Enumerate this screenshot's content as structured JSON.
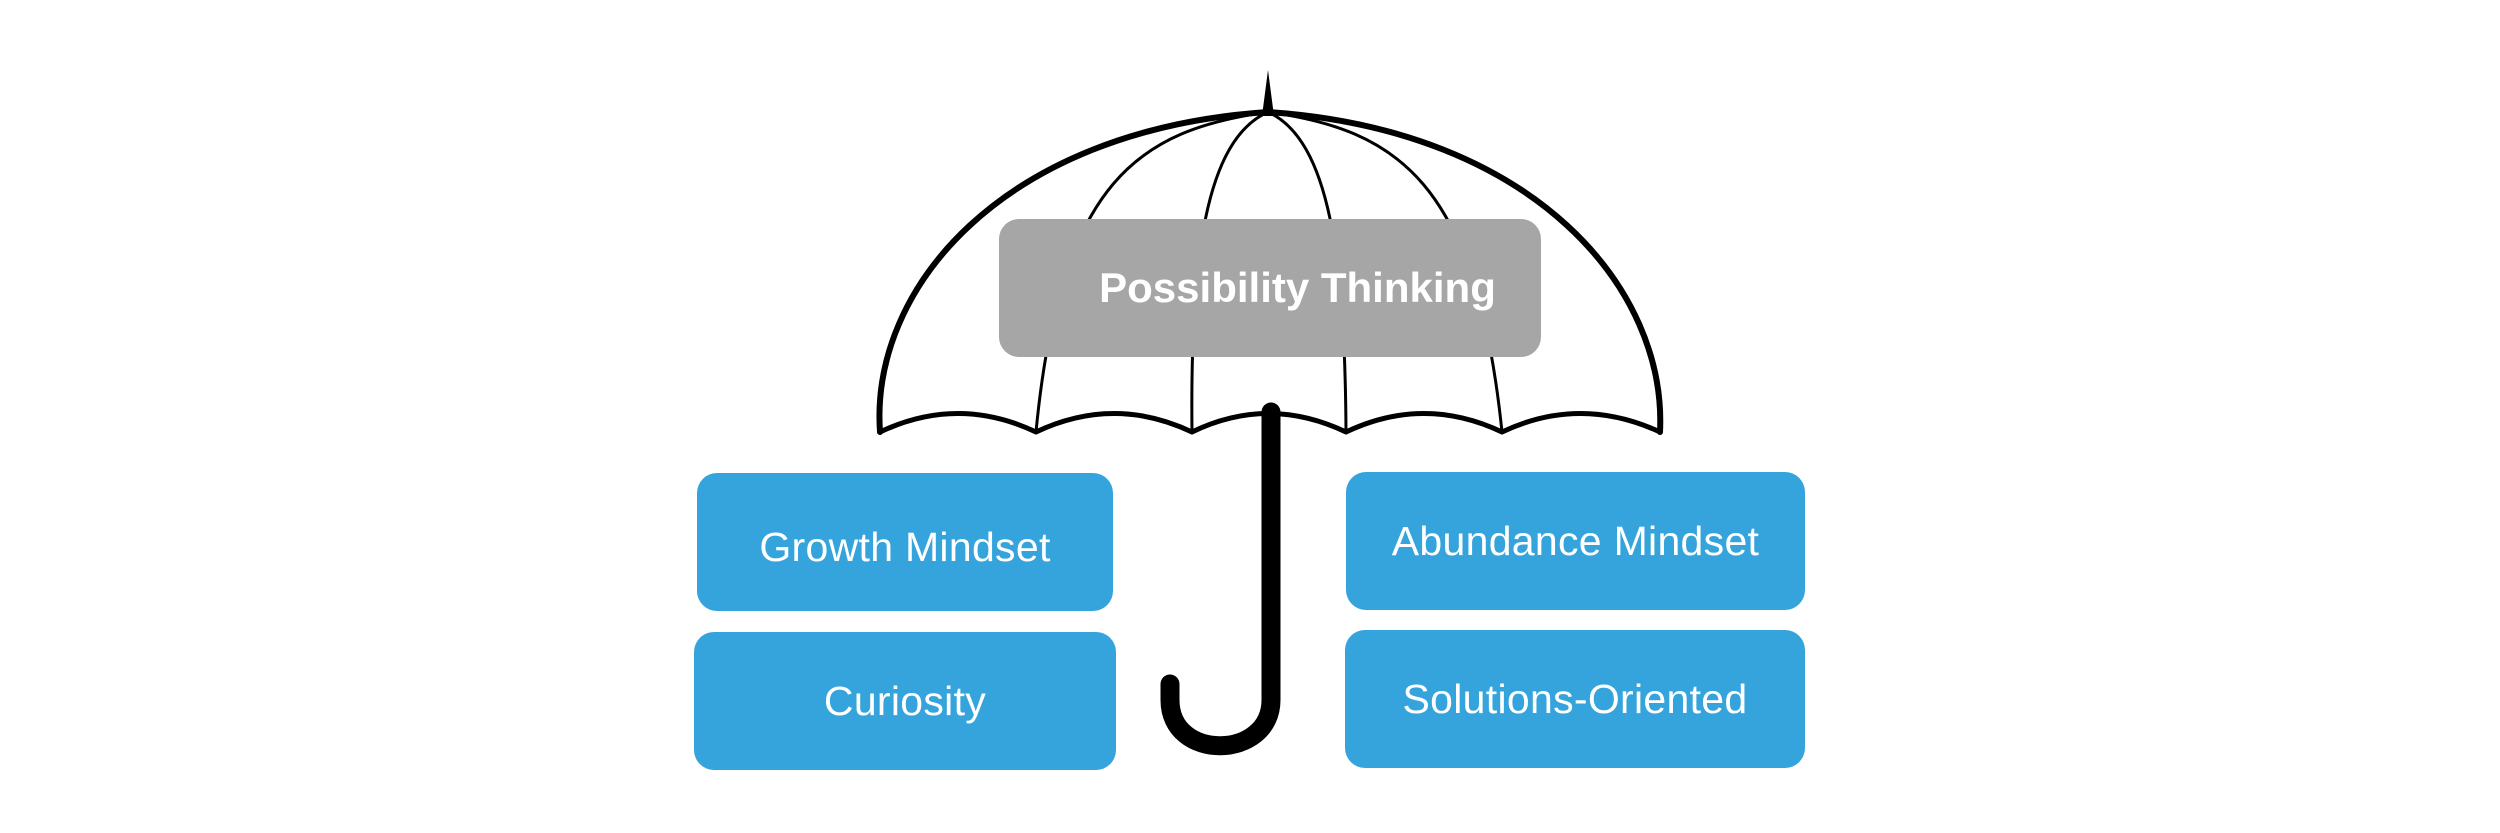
{
  "diagram": {
    "umbrella": {
      "icon": "umbrella-icon",
      "label": "Possibility Thinking"
    },
    "items": [
      {
        "label": "Growth Mindset"
      },
      {
        "label": "Abundance Mindset"
      },
      {
        "label": "Curiosity"
      },
      {
        "label": "Solutions-Oriented"
      }
    ],
    "colors": {
      "box_blue": "#35a4dc",
      "box_gray": "#a6a6a6",
      "outline": "#000000",
      "text": "#ffffff"
    }
  }
}
